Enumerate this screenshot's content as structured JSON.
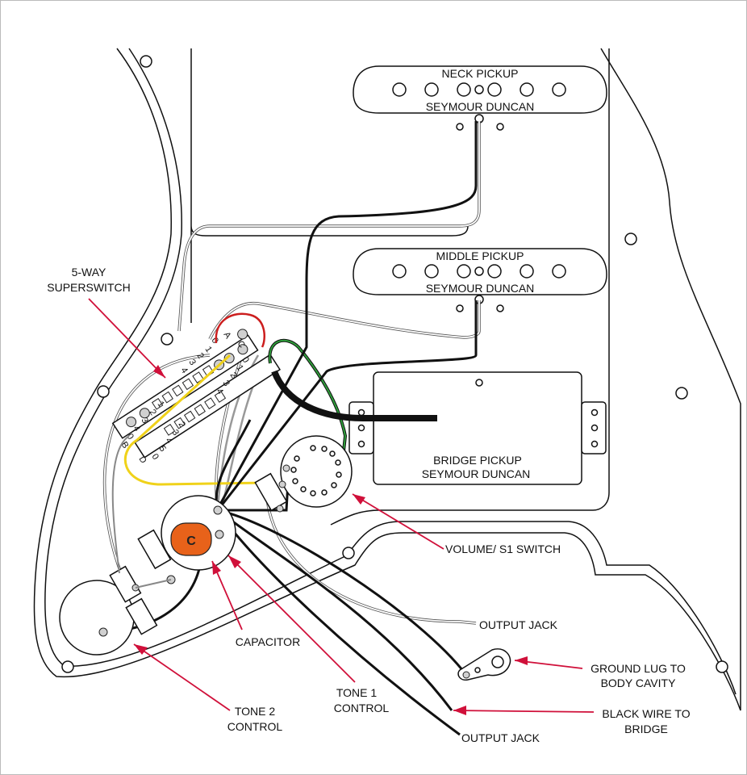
{
  "labels": {
    "neck_pickup": "NECK PICKUP",
    "neck_brand": "SEYMOUR DUNCAN",
    "middle_pickup": "MIDDLE PICKUP",
    "middle_brand": "SEYMOUR DUNCAN",
    "bridge_pickup": "BRIDGE PICKUP",
    "bridge_brand": "SEYMOUR DUNCAN",
    "switch_line1": "5-WAY",
    "switch_line2": "SUPERSWITCH",
    "volume": "VOLUME/ S1 SWITCH",
    "output_jack_1": "OUTPUT JACK",
    "ground_line1": "GROUND LUG TO",
    "ground_line2": "BODY CAVITY",
    "capacitor": "CAPACITOR",
    "capacitor_mark": "C",
    "tone1_line1": "TONE 1",
    "tone1_line2": "CONTROL",
    "tone2_line1": "TONE 2",
    "tone2_line2": "CONTROL",
    "black_wire_line1": "BLACK WIRE TO",
    "black_wire_line2": "BRIDGE",
    "output_jack_2": "OUTPUT JACK"
  },
  "switch_terminals": {
    "row1": [
      "A",
      "0",
      "1",
      "2",
      "3",
      "4",
      "5"
    ],
    "row2": [
      "C",
      "0",
      "1",
      "2",
      "3",
      "4",
      "5"
    ],
    "row3": [
      "B",
      "0",
      "4",
      "3",
      "2",
      "1",
      "5"
    ],
    "row4": [
      "D",
      "0",
      "5",
      "4",
      "3",
      "2",
      "1"
    ]
  },
  "colors": {
    "arrow": "#d0103a",
    "red_wire": "#cc1e1e",
    "green_wire": "#2e9e3a",
    "yellow_wire": "#f0d21a",
    "capacitor": "#e8621a",
    "black_wire": "#111111",
    "white_wire": "#ffffff"
  }
}
